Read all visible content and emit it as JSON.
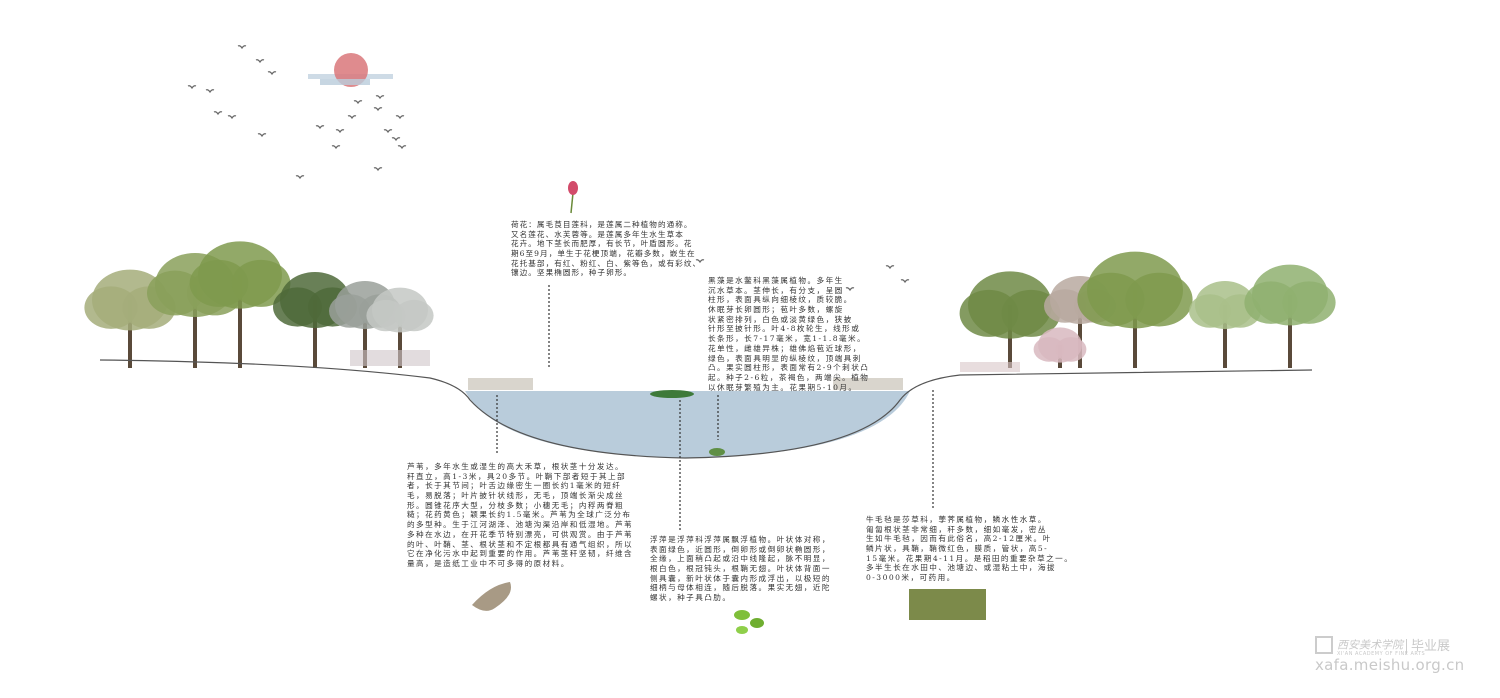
{
  "notes": {
    "lotus": [
      "荷花：属毛茛目莲科，是莲属二种植物的通称。",
      "又名莲花、水芙蓉等。是莲属多年生水生草本",
      "花卉。地下茎长而肥厚，有长节，叶盾圆形。花",
      "期6至9月，单生于花梗顶端，花瓣多数，嵌生在",
      "花托基部，有红、粉红、白、紫等色，或有彩纹、",
      "镶边。坚果椭圆形，种子卵形。"
    ],
    "hydrilla": [
      "黑藻是水鳖科黑藻属植物。多年生",
      "沉水草本。茎伸长，有分支，呈圆",
      "柱形，表面具纵向细棱纹，质较脆。",
      "休眠芽长卵圆形；苞叶多数，螺旋",
      "状紧密排列，白色或淡黄绿色，狭披",
      "针形至披针形。叶4-8枚轮生，线形或",
      "长条形，长7-17毫米，宽1-1.8毫米。",
      "花单性，雌雄异株；雄佛焰苞近球形，",
      "绿色，表面具明显的纵棱纹，顶端具刺",
      "凸。果实圆柱形，表面常有2-9个刺状凸",
      "起。种子2-6粒，茶褐色，两端尖。植物",
      "以休眠芽繁殖为主。花果期5-10月。"
    ],
    "reed": [
      "芦苇，多年水生或湿生的高大禾草，根状茎十分发达。",
      "秆直立，高1-3米，具20多节。叶鞘下部者短于其上部",
      "者，长于其节间；叶舌边缘密生一圈长约1毫米的短纤",
      "毛，易脱落；叶片披针状线形，无毛，顶端长渐尖成丝",
      "形。圆锥花序大型，分枝多数；小穗无毛；内稃两脊粗",
      "糙；花药黄色；颖果长约1.5毫米。芦苇为全球广泛分布",
      "的多型种。生于江河湖泽、池塘沟渠沿岸和低湿地。芦苇",
      "多种在水边，在开花季节特别漂亮，可供观赏。由于芦苇",
      "的叶、叶鞘、茎、根状茎和不定根都具有通气组织，所以",
      "它在净化污水中起到重要的作用。芦苇茎秆坚韧，纤维含",
      "量高，是造纸工业中不可多得的原材料。"
    ],
    "duckweed": [
      "浮萍是浮萍科浮萍属飘浮植物。叶状体对称，",
      "表面绿色，近圆形，倒卵形或倒卵状椭圆形，",
      "全缘，上面稍凸起或沿中线隆起，脉不明显，",
      "根白色，根冠钝头，根鞘无翅。叶状体背面一",
      "侧具囊，新叶状体于囊内形成浮出，以极短的",
      "细柄与母体相连，随后脱落。果实无翅，近陀",
      "螺状，种子具凸肋。"
    ],
    "spikerush": [
      "牛毛毡是莎草科，荸荠属植物，鳞水性水草。",
      "匍匐根状茎非常细，秆多数，细如毫发，密丛",
      "生如牛毛毡，因而有此俗名，高2-12厘米。叶",
      "鳞片状，具鞘，鞘微红色，膜质，管状，高5-",
      "15毫米。花果期4-11月。是稻田的重要杂草之一。",
      "多半生长在水田中、池塘边、或湿粘土中，海拔",
      "0-3000米，可药用。"
    ]
  },
  "watermark": {
    "school": "西安美术学院",
    "school_en": "XI'AN ACADEMY OF FINE ARTS",
    "event": "毕业展",
    "url": "xafa.meishu.org.cn"
  },
  "colors": {
    "water": "#b9ccdb",
    "sun": "#d9777a",
    "tree": "#7f9a4e",
    "ground": "#555555"
  }
}
